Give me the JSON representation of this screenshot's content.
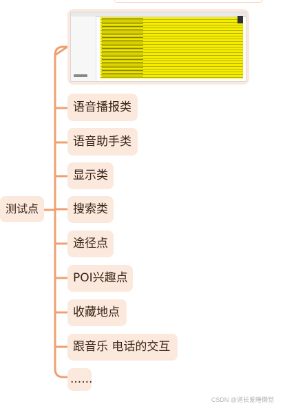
{
  "mindmap": {
    "root": "测试点",
    "children": [
      {
        "kind": "image",
        "description": "spreadsheet-screenshot"
      },
      {
        "kind": "text",
        "label": "语音播报类"
      },
      {
        "kind": "text",
        "label": "语音助手类"
      },
      {
        "kind": "text",
        "label": "显示类"
      },
      {
        "kind": "text",
        "label": "搜索类"
      },
      {
        "kind": "text",
        "label": "途径点"
      },
      {
        "kind": "text",
        "label": "POI兴趣点"
      },
      {
        "kind": "text",
        "label": "收藏地点"
      },
      {
        "kind": "text",
        "label": "跟音乐 电话的交互"
      },
      {
        "kind": "text",
        "label": "......"
      }
    ]
  },
  "colors": {
    "node_fill": "#fce9dd",
    "connector": "#f0a070",
    "highlight_yellow": "#f6ee00",
    "text": "#3a2618"
  },
  "watermark": "CSDN @道长爱睡懒觉"
}
